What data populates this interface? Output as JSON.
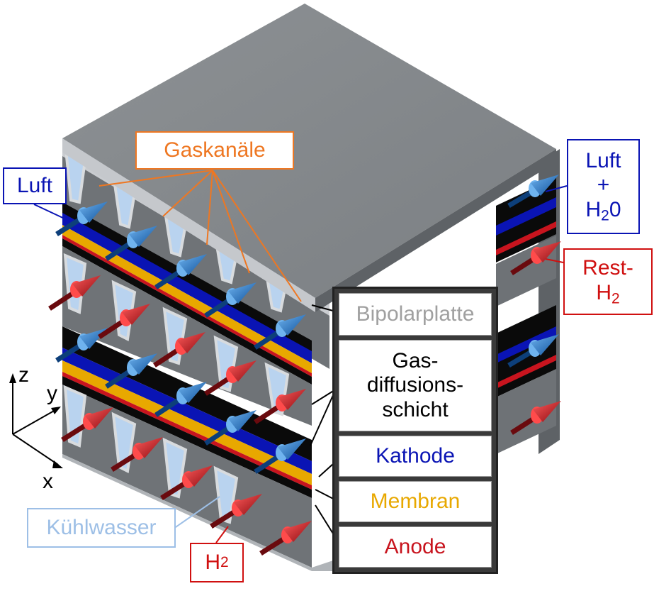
{
  "colors": {
    "plate_top": "#868a8d",
    "plate_side": "#5e6266",
    "channel": "#b9d3ef",
    "kathode": "#0a14b4",
    "membran": "#e8a800",
    "anode": "#c8141e",
    "black": "#0a0a0a",
    "luft_arrow": "#1f6fc0",
    "h2_arrow": "#c0121b",
    "gaskanaele_text": "#ee7722",
    "luft_text": "#0a14b4",
    "rest_text": "#d01010",
    "kuehl_text": "#9dbfe6",
    "bipolar_text": "#a0a0a0"
  },
  "labels": {
    "gaskanaele": "Gaskanäle",
    "luft_in": "Luft",
    "luft_out_line1": "Luft",
    "luft_out_line2": "+",
    "luft_out_line3_main": "H",
    "luft_out_line3_sub": "2",
    "luft_out_line3_tail": "0",
    "rest_line1": "Rest-",
    "rest_line2_main": "H",
    "rest_line2_sub": "2",
    "kuehlwasser": "Kühlwasser",
    "h2_main": "H",
    "h2_sub": "2"
  },
  "legend": {
    "bipolarplatte": "Bipolarplatte",
    "gas_line1": "Gas-",
    "gas_line2": "diffusions-",
    "gas_line3": "schicht",
    "kathode": "Kathode",
    "membran": "Membran",
    "anode": "Anode"
  },
  "axes": {
    "z": "z",
    "y": "y",
    "x": "x"
  }
}
